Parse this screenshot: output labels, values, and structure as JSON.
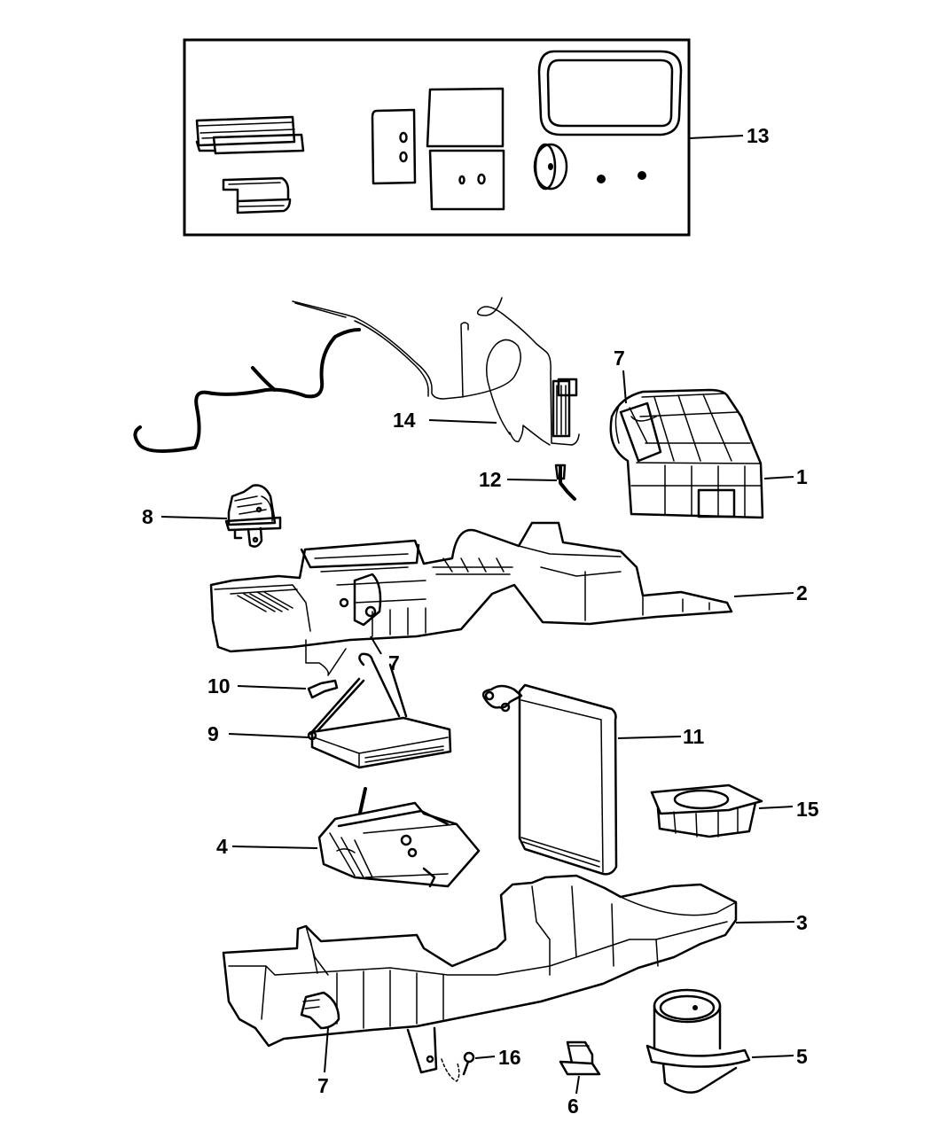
{
  "diagram": {
    "type": "exploded-parts-diagram",
    "subject": "HVAC housing / heater-evaporator module assembly",
    "colors": {
      "line": "#000000",
      "background": "#ffffff"
    },
    "callouts": [
      {
        "id": "c13",
        "label": "13",
        "part": "seal / gasket kit (boxed inset)"
      },
      {
        "id": "c14",
        "label": "14",
        "part": "wiring harness"
      },
      {
        "id": "c12",
        "label": "12",
        "part": "sensor"
      },
      {
        "id": "c7a",
        "label": "7",
        "part": "actuator (on upper housing)"
      },
      {
        "id": "c1",
        "label": "1",
        "part": "upper housing / air inlet"
      },
      {
        "id": "c8",
        "label": "8",
        "part": "actuator / bracket"
      },
      {
        "id": "c2",
        "label": "2",
        "part": "upper HVAC housing"
      },
      {
        "id": "c7b",
        "label": "7",
        "part": "actuator (on housing 2)"
      },
      {
        "id": "c10",
        "label": "10",
        "part": "clip"
      },
      {
        "id": "c9",
        "label": "9",
        "part": "heater core"
      },
      {
        "id": "c11",
        "label": "11",
        "part": "evaporator core"
      },
      {
        "id": "c15",
        "label": "15",
        "part": "blower motor seal"
      },
      {
        "id": "c4",
        "label": "4",
        "part": "mode door housing"
      },
      {
        "id": "c3",
        "label": "3",
        "part": "lower HVAC housing"
      },
      {
        "id": "c7c",
        "label": "7",
        "part": "actuator (on lower housing)"
      },
      {
        "id": "c16",
        "label": "16",
        "part": "screw"
      },
      {
        "id": "c6",
        "label": "6",
        "part": "blower motor resistor"
      },
      {
        "id": "c5",
        "label": "5",
        "part": "blower motor"
      }
    ]
  }
}
